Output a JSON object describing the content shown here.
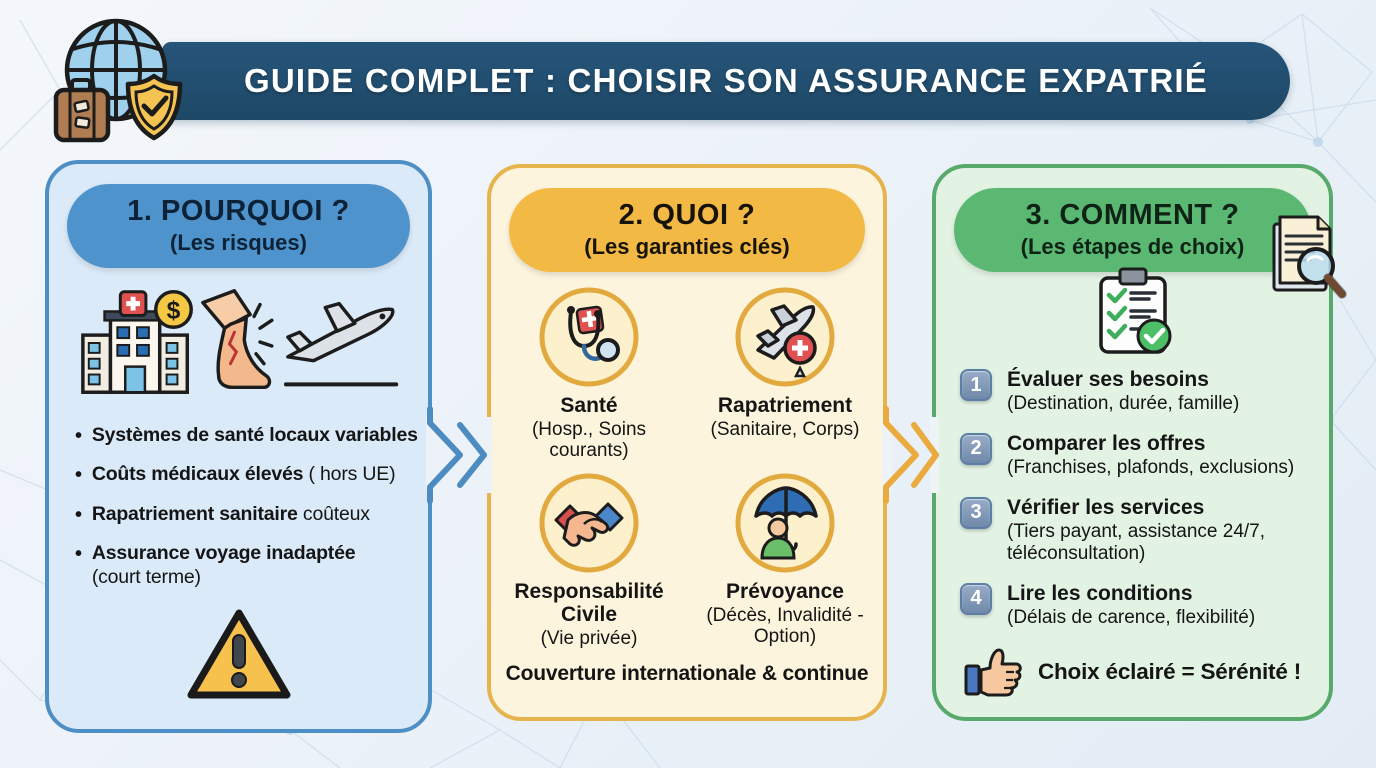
{
  "header": {
    "title": "GUIDE COMPLET : CHOISIR SON ASSURANCE EXPATRIÉ",
    "logo_icons": [
      "globe-icon",
      "suitcase-icon",
      "shield-check-icon"
    ]
  },
  "columns": {
    "why": {
      "title": "1. POURQUOI ?",
      "subtitle": "(Les risques)",
      "bullet_char": "•",
      "icons": [
        "hospital-cost-icon",
        "injured-ankle-icon",
        "plane-takeoff-icon",
        "warning-triangle-icon"
      ],
      "bullets": [
        {
          "bold": "Systèmes de santé locaux variables",
          "normal": "",
          "line2": ""
        },
        {
          "bold": "Coûts médicaux élevés",
          "normal": " ( hors UE)",
          "line2": ""
        },
        {
          "bold": "Rapatriement sanitaire",
          "normal": " coûteux",
          "line2": ""
        },
        {
          "bold": "Assurance voyage inadaptée",
          "normal": "",
          "line2": "(court terme)"
        }
      ]
    },
    "what": {
      "title": "2. QUOI ?",
      "subtitle": "(Les garanties clés)",
      "items": [
        {
          "label": "Santé",
          "sub": "(Hosp., Soins courants)",
          "icon": "stethoscope-icon"
        },
        {
          "label": "Rapatriement",
          "sub": "(Sanitaire, Corps)",
          "icon": "medical-plane-icon"
        },
        {
          "label": "Responsabilité Civile",
          "sub": "(Vie privée)",
          "icon": "handshake-icon"
        },
        {
          "label": "Prévoyance",
          "sub": "(Décès, Invalidité - Option)",
          "icon": "umbrella-person-icon"
        }
      ],
      "footer": "Couverture internationale & continue"
    },
    "how": {
      "title": "3. COMMENT ?",
      "subtitle": "(Les étapes de choix)",
      "icons": [
        "document-magnifier-icon",
        "checklist-clipboard-icon",
        "thumbs-up-icon"
      ],
      "steps": [
        {
          "num": "1",
          "bold": "Évaluer ses besoins",
          "sub": "(Destination, durée, famille)"
        },
        {
          "num": "2",
          "bold": "Comparer les offres",
          "sub": "(Franchises, plafonds, exclusions)"
        },
        {
          "num": "3",
          "bold": "Vérifier les services",
          "sub": "(Tiers payant, assistance 24/7, téléconsultation)"
        },
        {
          "num": "4",
          "bold": "Lire les conditions",
          "sub": "(Délais de carence, flexibilité)"
        }
      ],
      "footer": "Choix éclairé = Sérénité !"
    }
  },
  "colors": {
    "banner_navy": "#1f4a6b",
    "card1_bg": "#dbeaf8",
    "card1_border": "#4d8fc4",
    "card1_pill": "#4e93cb",
    "card2_bg": "#fdf4dd",
    "card2_border": "#e6b34c",
    "card2_pill": "#f2ba45",
    "card3_bg": "#e2f2e3",
    "card3_border": "#57a96c",
    "card3_pill": "#5bb873",
    "chevron_blue": "#4d8cc0",
    "chevron_gold": "#eaaa3e",
    "badge_blue": "#7e97b7",
    "warning_yellow": "#f6c14d"
  }
}
